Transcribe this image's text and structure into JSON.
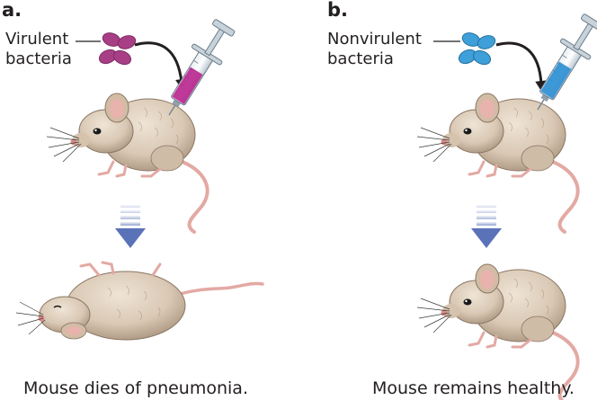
{
  "panel_a": {
    "label": "a.",
    "bacteria_label_line1": "Virulent",
    "bacteria_label_line2": "bacteria",
    "caption": "Mouse dies of pneumonia.",
    "bacteria_color": "#a83f86",
    "syringe_fluid_color": "#b8288f"
  },
  "panel_b": {
    "label": "b.",
    "bacteria_label_line1": "Nonvirulent",
    "bacteria_label_line2": "bacteria",
    "caption": "Mouse remains healthy.",
    "bacteria_color": "#3f9fd8",
    "syringe_fluid_color": "#2f8fd2"
  },
  "colors": {
    "arrow_blue": "#5a72b8",
    "mouse_fur": "#d9c8b4",
    "mouse_pink": "#e3a9a3"
  },
  "icons": [
    "bacteria-cluster-icon",
    "syringe-icon",
    "mouse-icon",
    "down-arrow-icon",
    "curved-arrow-icon"
  ]
}
